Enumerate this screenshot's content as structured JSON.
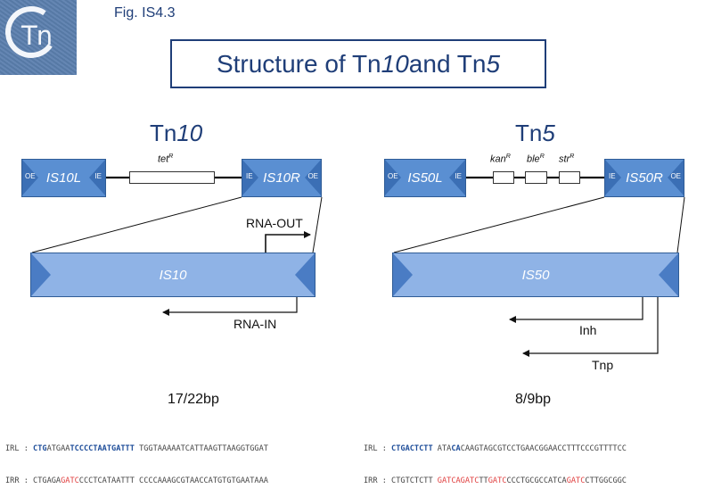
{
  "fig_label": "Fig. IS4.3",
  "logo_text": "Tn",
  "title": {
    "prefix": "Structure of Tn",
    "n1": "10",
    "mid": " and Tn",
    "n2": "5"
  },
  "tn10": {
    "title_prefix": "Tn",
    "title_num": "10",
    "left_is": "IS10L",
    "right_is": "IS10R",
    "gene": "tet",
    "gene_sup": "R",
    "big_is": "IS10",
    "rna_out": "RNA-OUT",
    "rna_in": "RNA-IN",
    "bp": "17/22bp"
  },
  "tn5": {
    "title_prefix": "Tn",
    "title_num": "5",
    "left_is": "IS50L",
    "right_is": "IS50R",
    "genes": [
      {
        "name": "kan",
        "sup": "R"
      },
      {
        "name": "ble",
        "sup": "R"
      },
      {
        "name": "str",
        "sup": "R"
      }
    ],
    "big_is": "IS50",
    "inh": "Inh",
    "tnp": "Tnp",
    "bp": "8/9bp"
  },
  "end_labels": {
    "oe": "OE",
    "ie": "IE"
  },
  "sequences": {
    "left": {
      "irl_label": "IRL : ",
      "irl": [
        {
          "t": "CTG",
          "c": "blue"
        },
        {
          "t": "ATGAA",
          "c": ""
        },
        {
          "t": "TCCCCTAATGATTT",
          "c": "blue"
        },
        {
          "t": " TGGTAAAAATCATTAAGTTAAGGTGGAT",
          "c": ""
        }
      ],
      "irr_label": "IRR : ",
      "irr": [
        {
          "t": "CTGAGA",
          "c": ""
        },
        {
          "t": "GATC",
          "c": "red"
        },
        {
          "t": "CCCTCATAATTT CCCCAAAGCGTAACCATGTGTGAATAAA",
          "c": ""
        }
      ]
    },
    "right": {
      "irl_label": "IRL : ",
      "irl": [
        {
          "t": "CTGACTCTT",
          "c": "blue"
        },
        {
          "t": " ATA",
          "c": ""
        },
        {
          "t": "CA",
          "c": "blue"
        },
        {
          "t": "CAAGTAGCGTCCTGAACGGAACCTTTCCCGTTTTCC",
          "c": ""
        }
      ],
      "irr_label": "IRR : ",
      "irr": [
        {
          "t": "CTGTCTCTT ",
          "c": ""
        },
        {
          "t": "GATCAGATC",
          "c": "red"
        },
        {
          "t": "TT",
          "c": ""
        },
        {
          "t": "GATC",
          "c": "red"
        },
        {
          "t": "CCCTGCGCCATCA",
          "c": ""
        },
        {
          "t": "GATC",
          "c": "red"
        },
        {
          "t": "CTTGGCGGC",
          "c": ""
        }
      ]
    }
  }
}
